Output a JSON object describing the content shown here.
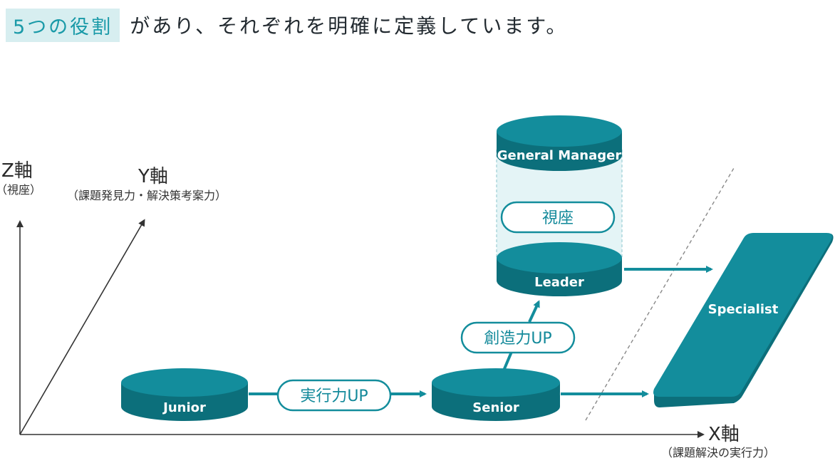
{
  "heading": {
    "highlight": "5つの役割",
    "rest": "があり、それぞれを明確に定義しています。"
  },
  "axes": {
    "z": {
      "title": "Z軸",
      "subtitle": "（視座）"
    },
    "y": {
      "title": "Y軸",
      "subtitle": "（課題発見力・解決策考案力）"
    },
    "x": {
      "title": "X軸",
      "subtitle": "（課題解決の実行力）"
    }
  },
  "nodes": {
    "junior": "Junior",
    "senior": "Senior",
    "leader": "Leader",
    "general_manager": "General Manager",
    "specialist": "Specialist"
  },
  "transitions": {
    "execution": "実行力UP",
    "creativity": "創造力UP",
    "perspective": "視座"
  },
  "colors": {
    "teal": "#138d9c",
    "teal_dark": "#0c6f7b",
    "pill_text": "#12899a",
    "highlight_bg": "#d7eef0"
  }
}
